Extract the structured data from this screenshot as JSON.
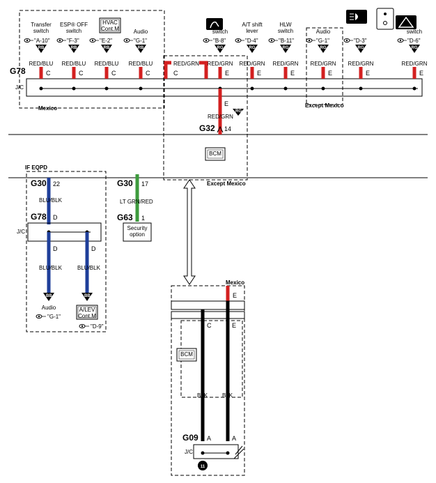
{
  "labels": {
    "jc": "J/C",
    "mexico": "Mexico",
    "except_mexico": "Except Mexico",
    "if_eqpd": "IF EQPD",
    "bcm": "BCM",
    "hvac": "HVAC\nCont.M",
    "alev": "A/LEV\nCont.M",
    "security": "Security\noption",
    "ground_num": "11"
  },
  "colors": {
    "red": "#d32020",
    "blue": "#1f3f9a",
    "green": "#3e9b3e",
    "black": "#000000"
  },
  "connectors": {
    "g78": "G78",
    "g32": "G32",
    "g30a": "G30",
    "g30b": "G30",
    "g78b": "G78",
    "g63": "G63",
    "g09": "G09"
  },
  "pins": {
    "g32_14": "14",
    "g30_22": "22",
    "g78_d": "D",
    "g30_17": "17",
    "g63_1": "1",
    "bot_d1": "D",
    "bot_d2": "D",
    "mex_e": "E",
    "g09_c": "C",
    "g09_e": "E",
    "g09_a1": "A",
    "g09_a2": "A",
    "g32_e": "E"
  },
  "wires": {
    "g32_red": "RED/GRN",
    "blu_blk": "BLU/BLK",
    "lt_grn": "LT GRN/RED",
    "blu_blk_l": "BLU/BLK",
    "blu_blk_r": "BLU/BLK",
    "blk_l": "BLK",
    "blk_r": "BLK"
  },
  "badges": {
    "g32": "RG",
    "bottom_l": "BB",
    "bottom_r": "BB"
  },
  "bottom_devices": {
    "audio_name": "Audio",
    "audio_ref": "\"G-1\"",
    "alev_ref": "\"D-9\""
  },
  "top_devices": [
    {
      "name": "Transfer\nswitch",
      "ref": "\"A-10\"",
      "badge": "RB",
      "wire": "RED/BLU",
      "pin": "C"
    },
    {
      "name": "ESP® OFF\nswitch",
      "ref": "\"F-3\"",
      "badge": "RB",
      "wire": "RED/BLU",
      "pin": "C"
    },
    {
      "name": "",
      "ref": "\"E-2\"",
      "badge": "RB",
      "wire": "RED/BLU",
      "pin": "C"
    },
    {
      "name": "Audio",
      "ref": "\"G-1\"",
      "badge": "RB",
      "wire": "RED/BLU",
      "pin": "C"
    },
    {
      "name": "switch",
      "ref": "\"B-8\"",
      "badge": "RG",
      "wire": "RED/GRN",
      "pin": "E"
    },
    {
      "name": "A/T shift\nlever",
      "ref": "\"D-4\"",
      "badge": "RG",
      "wire": "RED/GRN",
      "pin": "E"
    },
    {
      "name": "HLW\nswitch",
      "ref": "\"B-11\"",
      "badge": "RG",
      "wire": "RED/GRN",
      "pin": "E"
    },
    {
      "name": "Audio",
      "ref": "\"G-1\"",
      "badge": "RG",
      "wire": "RED/GRN",
      "pin": "E"
    },
    {
      "name": "",
      "ref": "\"D-3\"",
      "badge": "RG",
      "wire": "RED/GRN",
      "pin": "E"
    },
    {
      "name": "switch",
      "ref": "\"D-6\"",
      "badge": "RG",
      "wire": "RED/GRN",
      "pin": "E"
    }
  ],
  "extra_wires": {
    "loop_wire": "RED/GRN",
    "loop_pin": "C"
  },
  "icons": [
    "eye-icon",
    "seat-heater-icon",
    "fog-lamp-icon",
    "hazard-icon",
    "ground-icon"
  ]
}
